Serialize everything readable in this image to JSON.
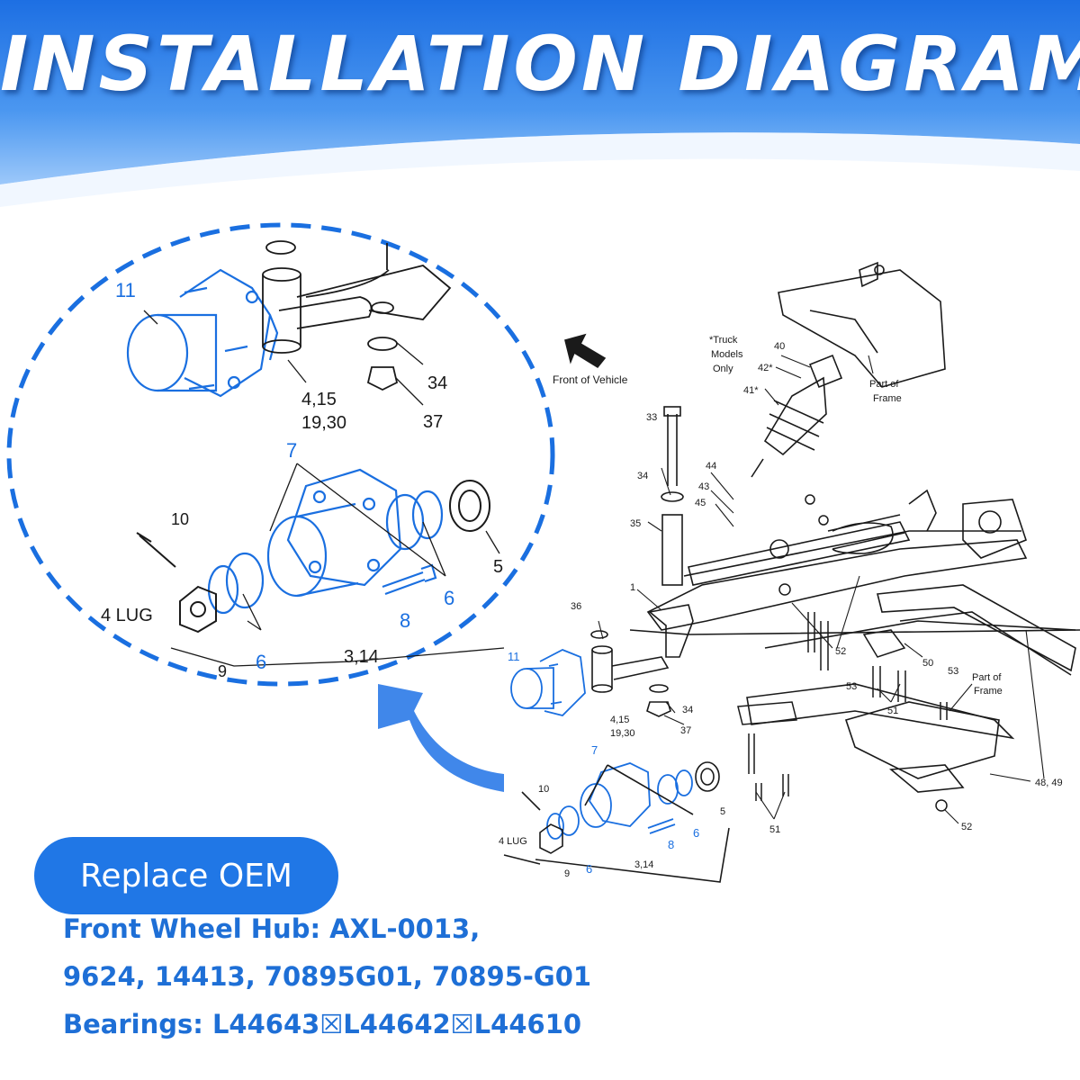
{
  "header": {
    "title": "INSTALLATION DIAGRAM"
  },
  "colors": {
    "accent": "#2077e6",
    "text_blue": "#1e6fd6",
    "line": "#1a1a1a",
    "highlight": "#1a6fe0"
  },
  "diagram": {
    "front_label": "Front of Vehicle",
    "truck_note_1": "*Truck",
    "truck_note_2": "Models",
    "truck_note_3": "Only",
    "frame_label_1": "Part of",
    "frame_label_2": "Frame",
    "lug_label": "4 LUG",
    "parts": {
      "p1": "1",
      "p5": "5",
      "p6": "6",
      "p7": "7",
      "p8": "8",
      "p9": "9",
      "p10": "10",
      "p11": "11",
      "p314": "3,14",
      "p4151": "4,15",
      "p1930": "19,30",
      "p33": "33",
      "p34": "34",
      "p35": "35",
      "p36": "36",
      "p37": "37",
      "p40": "40",
      "p41": "41*",
      "p42": "42*",
      "p43": "43",
      "p44": "44",
      "p45": "45",
      "p50": "50",
      "p51": "51",
      "p52": "52",
      "p53": "53",
      "p4849": "48, 49"
    }
  },
  "callout": {
    "replace_label": "Replace OEM"
  },
  "info": {
    "line1": "Front Wheel Hub: AXL-0013,",
    "line2": "9624, 14413, 70895G01, 70895-G01",
    "line3": "Bearings: L44643☒L44642☒L44610"
  }
}
